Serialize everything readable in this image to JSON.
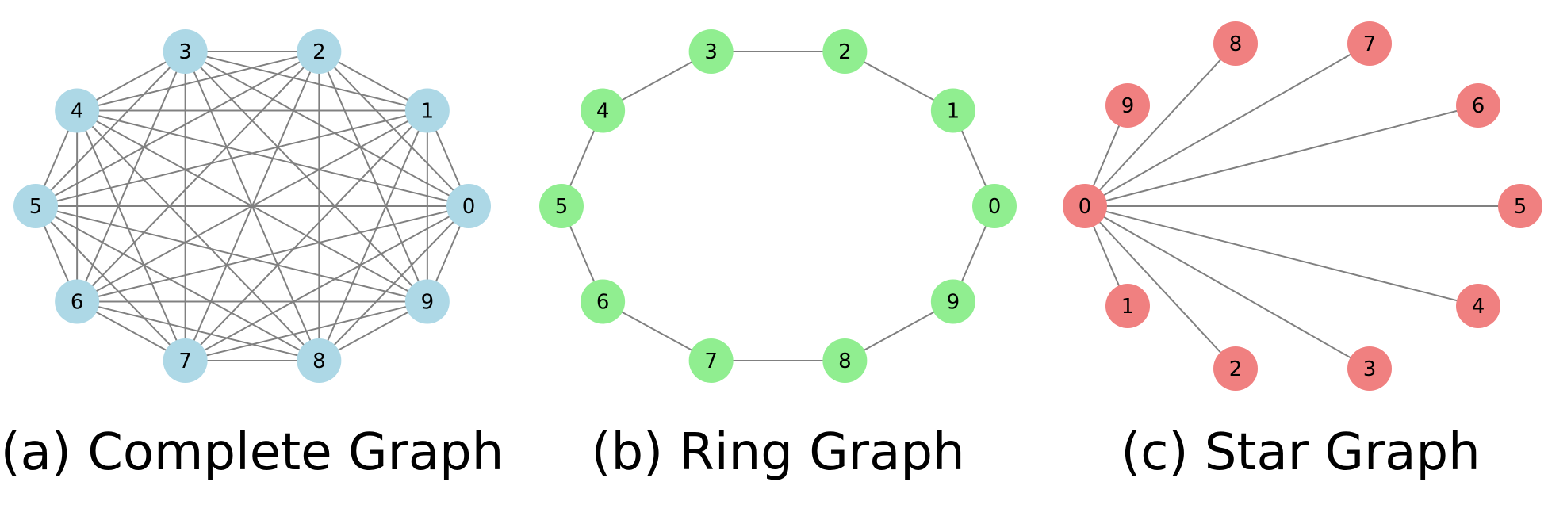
{
  "colors": {
    "edge": "#808080",
    "complete_node": "#add8e6",
    "ring_node": "#90ee90",
    "star_node": "#f08080",
    "label": "#000000",
    "background": "#ffffff"
  },
  "panels": [
    {
      "id": "complete",
      "caption": "(a) Complete Graph",
      "node_color_key": "complete_node",
      "layout": "circular",
      "nodes": [
        "0",
        "1",
        "2",
        "3",
        "4",
        "5",
        "6",
        "7",
        "8",
        "9"
      ],
      "edges": [
        [
          "0",
          "1"
        ],
        [
          "0",
          "2"
        ],
        [
          "0",
          "3"
        ],
        [
          "0",
          "4"
        ],
        [
          "0",
          "5"
        ],
        [
          "0",
          "6"
        ],
        [
          "0",
          "7"
        ],
        [
          "0",
          "8"
        ],
        [
          "0",
          "9"
        ],
        [
          "1",
          "2"
        ],
        [
          "1",
          "3"
        ],
        [
          "1",
          "4"
        ],
        [
          "1",
          "5"
        ],
        [
          "1",
          "6"
        ],
        [
          "1",
          "7"
        ],
        [
          "1",
          "8"
        ],
        [
          "1",
          "9"
        ],
        [
          "2",
          "3"
        ],
        [
          "2",
          "4"
        ],
        [
          "2",
          "5"
        ],
        [
          "2",
          "6"
        ],
        [
          "2",
          "7"
        ],
        [
          "2",
          "8"
        ],
        [
          "2",
          "9"
        ],
        [
          "3",
          "4"
        ],
        [
          "3",
          "5"
        ],
        [
          "3",
          "6"
        ],
        [
          "3",
          "7"
        ],
        [
          "3",
          "8"
        ],
        [
          "3",
          "9"
        ],
        [
          "4",
          "5"
        ],
        [
          "4",
          "6"
        ],
        [
          "4",
          "7"
        ],
        [
          "4",
          "8"
        ],
        [
          "4",
          "9"
        ],
        [
          "5",
          "6"
        ],
        [
          "5",
          "7"
        ],
        [
          "5",
          "8"
        ],
        [
          "5",
          "9"
        ],
        [
          "6",
          "7"
        ],
        [
          "6",
          "8"
        ],
        [
          "6",
          "9"
        ],
        [
          "7",
          "8"
        ],
        [
          "7",
          "9"
        ],
        [
          "8",
          "9"
        ]
      ]
    },
    {
      "id": "ring",
      "caption": "(b) Ring Graph",
      "node_color_key": "ring_node",
      "layout": "circular",
      "nodes": [
        "0",
        "1",
        "2",
        "3",
        "4",
        "5",
        "6",
        "7",
        "8",
        "9"
      ],
      "edges": [
        [
          "0",
          "1"
        ],
        [
          "1",
          "2"
        ],
        [
          "2",
          "3"
        ],
        [
          "3",
          "4"
        ],
        [
          "4",
          "5"
        ],
        [
          "5",
          "6"
        ],
        [
          "6",
          "7"
        ],
        [
          "7",
          "8"
        ],
        [
          "8",
          "9"
        ],
        [
          "9",
          "0"
        ]
      ]
    },
    {
      "id": "star",
      "caption": "(c) Star Graph",
      "node_color_key": "star_node",
      "layout": "star",
      "center": "0",
      "nodes": [
        "0",
        "1",
        "2",
        "3",
        "4",
        "5",
        "6",
        "7",
        "8",
        "9"
      ],
      "edges": [
        [
          "0",
          "1"
        ],
        [
          "0",
          "2"
        ],
        [
          "0",
          "3"
        ],
        [
          "0",
          "4"
        ],
        [
          "0",
          "5"
        ],
        [
          "0",
          "6"
        ],
        [
          "0",
          "7"
        ],
        [
          "0",
          "8"
        ],
        [
          "0",
          "9"
        ]
      ]
    }
  ]
}
